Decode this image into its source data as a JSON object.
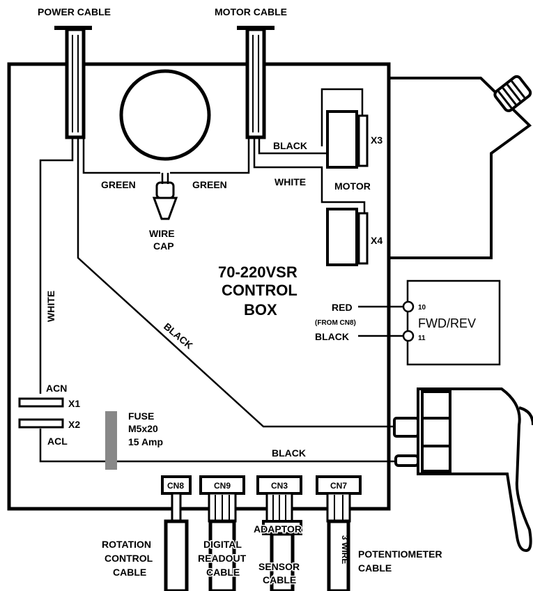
{
  "cables_top": {
    "power": "POWER CABLE",
    "motor": "MOTOR CABLE"
  },
  "wires": {
    "green_left": "GREEN",
    "green_right": "GREEN",
    "black_motor": "BLACK",
    "white_motor": "WHITE",
    "white_left": "WHITE",
    "black_diag": "BLACK",
    "black_bottom": "BLACK"
  },
  "wire_cap": {
    "line1": "WIRE",
    "line2": "CAP"
  },
  "motor": {
    "label": "MOTOR",
    "x3": "X3",
    "x4": "X4"
  },
  "box": {
    "line1": "70-220VSR",
    "line2": "CONTROL",
    "line3": "BOX"
  },
  "fwd_rev": {
    "title": "FWD/REV",
    "red": "RED",
    "from": "(FROM CN8)",
    "black": "BLACK",
    "pin10": "10",
    "pin11": "11"
  },
  "terminals": {
    "acn": "ACN",
    "x1": "X1",
    "x2": "X2",
    "acl": "ACL"
  },
  "fuse": {
    "line1": "FUSE",
    "line2": "M5x20",
    "line3": "15 Amp"
  },
  "connectors": {
    "cn8": "CN8",
    "cn9": "CN9",
    "cn3": "CN3",
    "cn7": "CN7"
  },
  "bottom_cables": {
    "rotation_1": "ROTATION",
    "rotation_2": "CONTROL",
    "rotation_3": "CABLE",
    "digital_1": "DIGITAL",
    "digital_2": "READOUT",
    "digital_3": "CABLE",
    "adaptor": "ADAPTOR",
    "sensor_1": "SENSOR",
    "sensor_2": "CABLE",
    "three_wire": "3 WIRE",
    "pot_1": "POTENTIOMETER",
    "pot_2": "CABLE"
  },
  "colors": {
    "ink": "#000000",
    "fuse": "#888888",
    "paper": "#ffffff"
  }
}
